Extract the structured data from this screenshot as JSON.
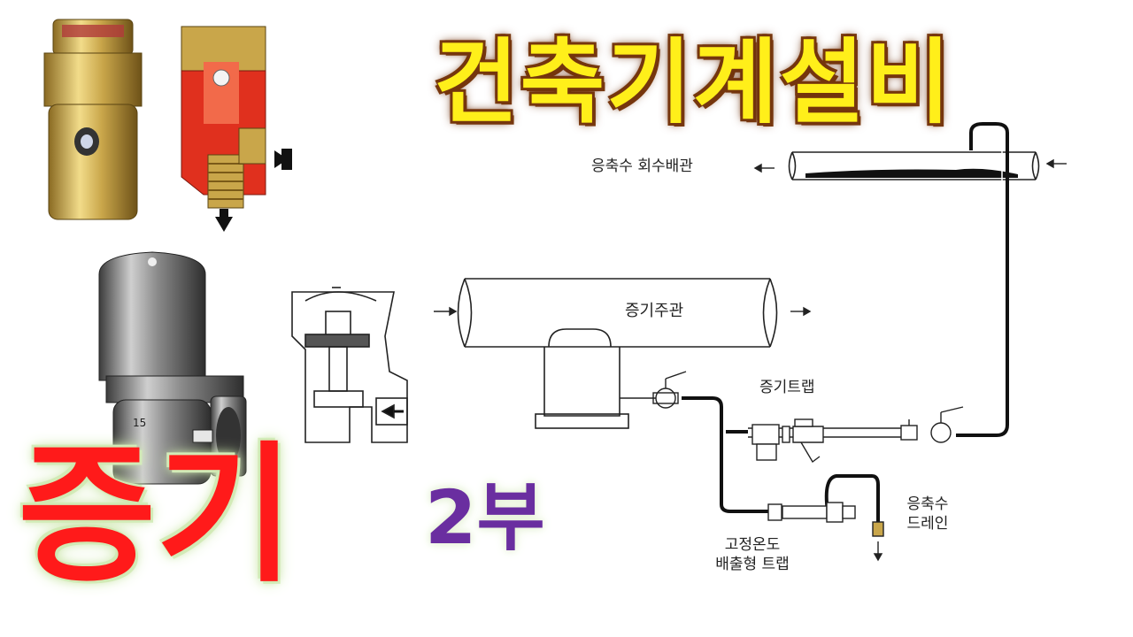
{
  "titles": {
    "main": "건축기계설비",
    "steam": "증기",
    "part": "2부"
  },
  "labels": {
    "condensate_return": "응축수 회수배관",
    "steam_main": "증기주관",
    "steam_trap": "증기트랩",
    "fixed_temp_trap_line1": "고정온도",
    "fixed_temp_trap_line2": "배출형 트랩",
    "condensate_drain_line1": "응축수",
    "condensate_drain_line2": "드레인"
  },
  "badges": {
    "trap_body_mark": "15"
  },
  "colors": {
    "main_title": "#ffef1a",
    "main_title_outline": "#7a3a10",
    "steam_title": "#ff1a1a",
    "part_title": "#6a2ea0",
    "glow": "#cfe8b0",
    "line": "#111111",
    "brass": "#c9a64a",
    "cutaway_red": "#e0301e"
  }
}
